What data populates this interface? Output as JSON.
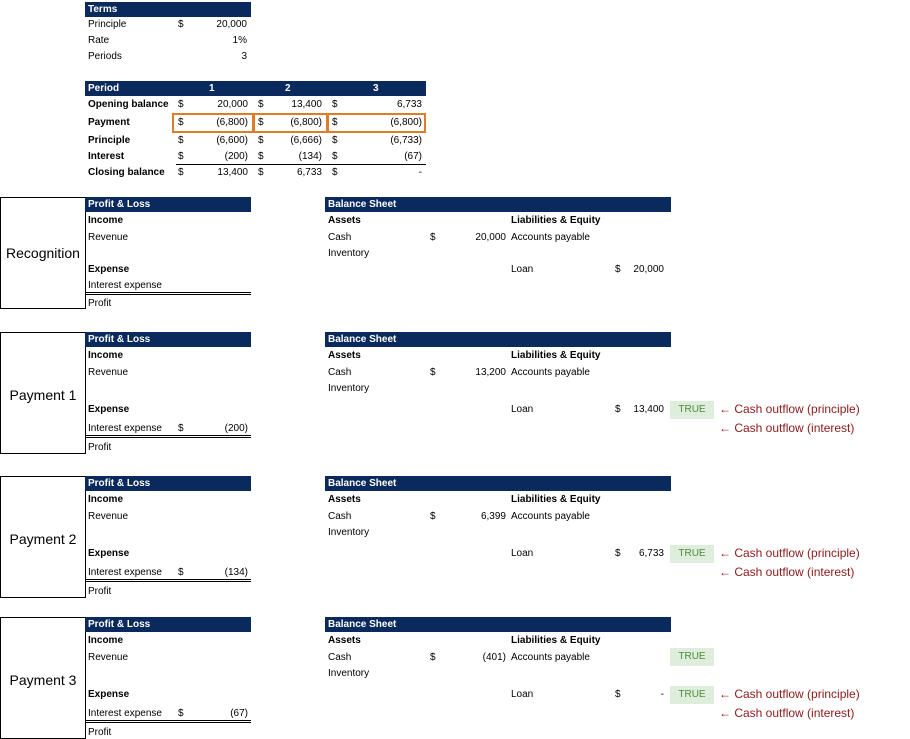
{
  "terms": {
    "header": "Terms",
    "principle_label": "Principle",
    "principle_currency": "$",
    "principle_value": "20,000",
    "rate_label": "Rate",
    "rate_value": "1%",
    "periods_label": "Periods",
    "periods_value": "3"
  },
  "schedule": {
    "header": "Period",
    "periods": [
      "1",
      "2",
      "3"
    ],
    "rows": [
      {
        "label": "Opening balance",
        "cells": [
          [
            "$",
            "20,000"
          ],
          [
            "$",
            "13,400"
          ],
          [
            "$",
            "6,733"
          ]
        ]
      },
      {
        "label": "Payment",
        "cells": [
          [
            "$",
            "(6,800)"
          ],
          [
            "$",
            "(6,800)"
          ],
          [
            "$",
            "(6,800)"
          ]
        ]
      },
      {
        "label": "Principle",
        "cells": [
          [
            "$",
            "(6,600)"
          ],
          [
            "$",
            "(6,666)"
          ],
          [
            "$",
            "(6,733)"
          ]
        ]
      },
      {
        "label": "Interest",
        "cells": [
          [
            "$",
            "(200)"
          ],
          [
            "$",
            "(134)"
          ],
          [
            "$",
            "(67)"
          ]
        ]
      },
      {
        "label": "Closing balance",
        "cells": [
          [
            "$",
            "13,400"
          ],
          [
            "$",
            "6,733"
          ],
          [
            "$",
            "-"
          ]
        ]
      }
    ]
  },
  "common": {
    "pl_header": "Profit & Loss",
    "income": "Income",
    "revenue": "Revenue",
    "expense": "Expense",
    "interest_expense": "Interest expense",
    "profit": "Profit",
    "bs_header": "Balance Sheet",
    "assets": "Assets",
    "cash": "Cash",
    "inventory": "Inventory",
    "liab_equity": "Liabilities & Equity",
    "accounts_payable": "Accounts payable",
    "loan": "Loan",
    "currency": "$",
    "note_principle": "← Cash outflow (principle)",
    "note_interest": "← Cash outflow (interest)"
  },
  "sections": [
    {
      "label": "Recognition",
      "interest_currency": "",
      "interest_value": "",
      "cash_value": "20,000",
      "loan_value": "20,000",
      "ap_check": "",
      "loan_check": "",
      "show_notes": false
    },
    {
      "label": "Payment 1",
      "interest_currency": "$",
      "interest_value": "(200)",
      "cash_value": "13,200",
      "loan_value": "13,400",
      "ap_check": "",
      "loan_check": "TRUE",
      "show_notes": true
    },
    {
      "label": "Payment 2",
      "interest_currency": "$",
      "interest_value": "(134)",
      "cash_value": "6,399",
      "loan_value": "6,733",
      "ap_check": "",
      "loan_check": "TRUE",
      "show_notes": true
    },
    {
      "label": "Payment 3",
      "interest_currency": "$",
      "interest_value": "(67)",
      "cash_value": "(401)",
      "loan_value": "-",
      "ap_check": "TRUE",
      "loan_check": "TRUE",
      "show_notes": true
    }
  ]
}
